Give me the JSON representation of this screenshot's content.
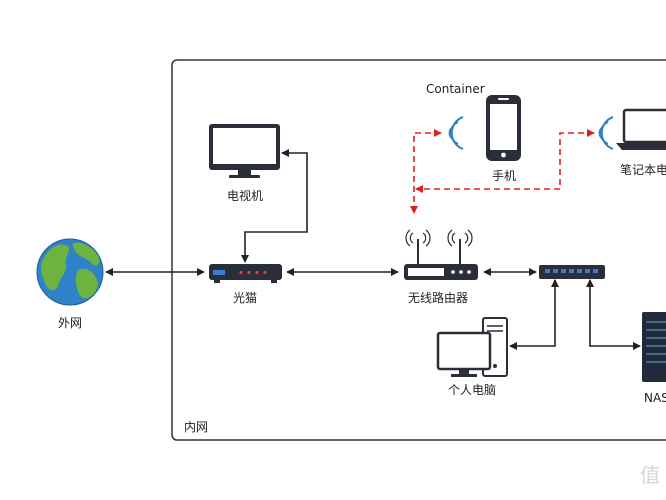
{
  "diagram": {
    "lan_label": "内网",
    "container_label": "Container",
    "nodes": {
      "internet": "外网",
      "modem": "光猫",
      "tv": "电视机",
      "router": "无线路由器",
      "phone": "手机",
      "laptop": "笔记本电",
      "pc": "个人电脑",
      "nas": "NAS"
    },
    "watermark": "值",
    "colors": {
      "wired_link": "#222222",
      "wireless_link": "#e02020",
      "frame": "#333333",
      "device_dark": "#2a2e38",
      "globe_ocean": "#2f82c8",
      "globe_land": "#6cb33f"
    }
  }
}
